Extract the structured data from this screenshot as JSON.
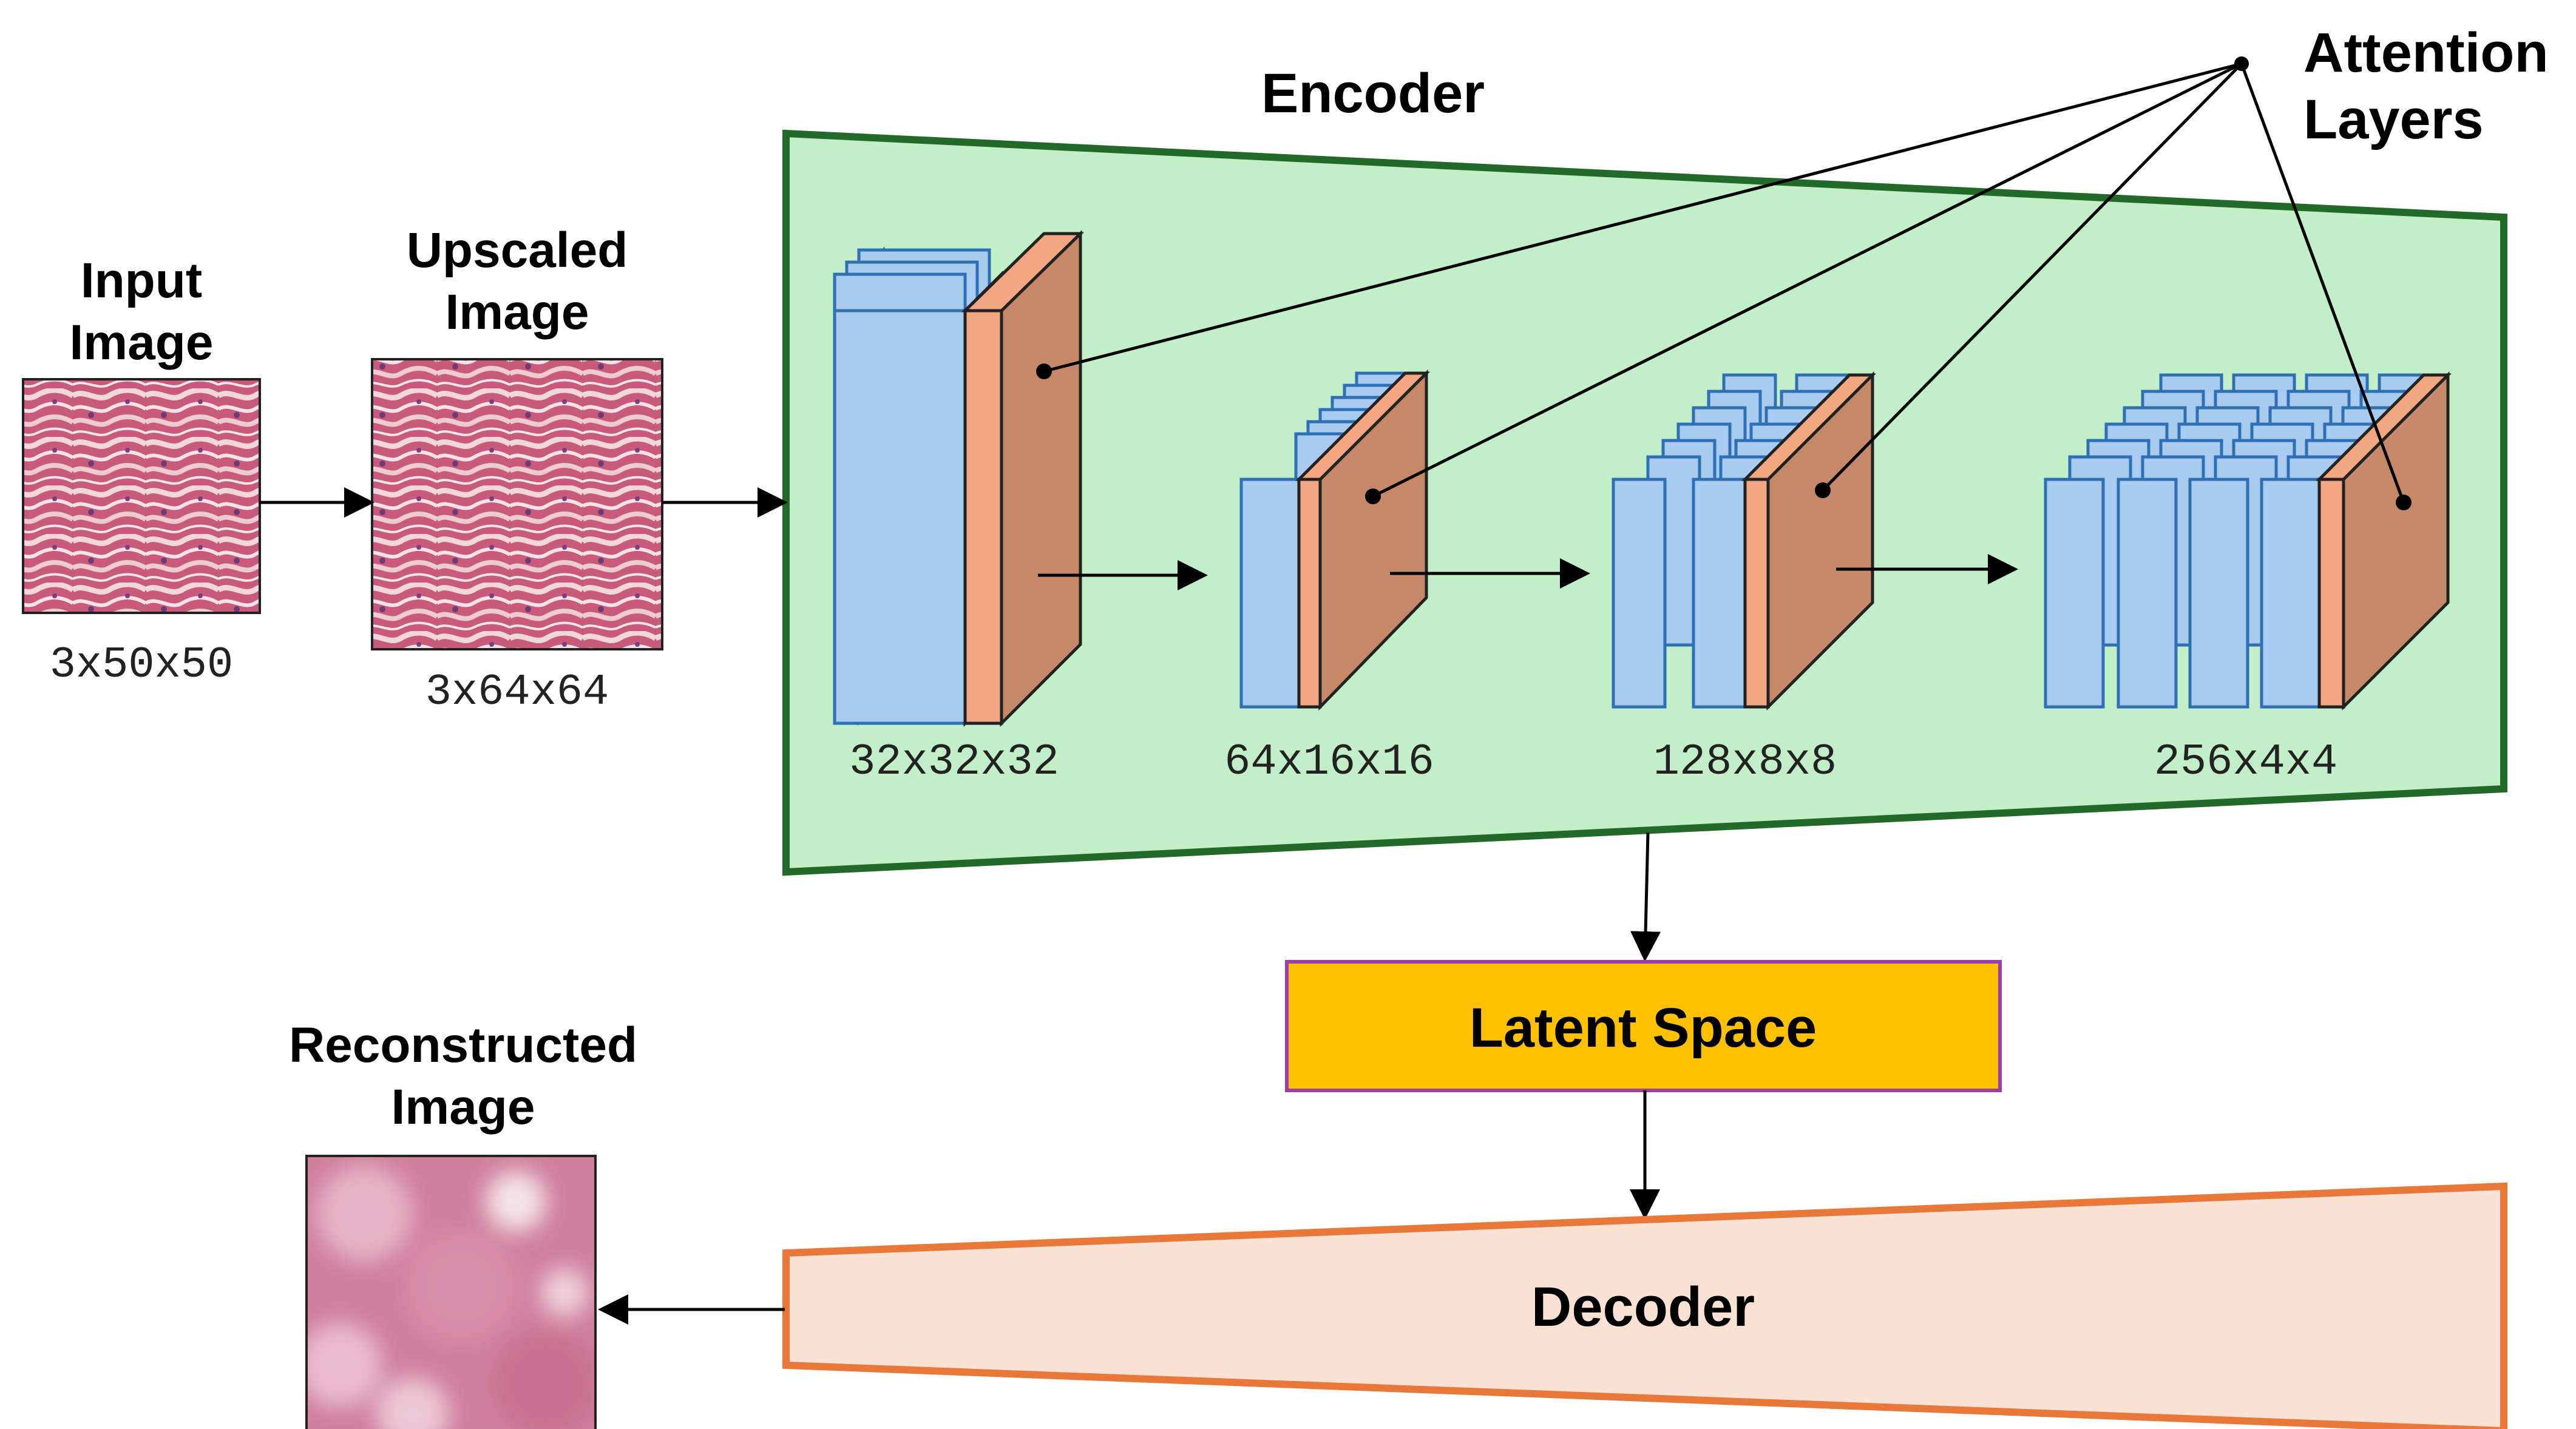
{
  "labels": {
    "input_line1": "Input",
    "input_line2": "Image",
    "upscaled_line1": "Upscaled",
    "upscaled_line2": "Image",
    "reconstructed_line1": "Reconstructed",
    "reconstructed_line2": "Image",
    "encoder": "Encoder",
    "attention_line1": "Attention",
    "attention_line2": "Layers",
    "latent": "Latent Space",
    "decoder": "Decoder"
  },
  "dims": {
    "input": "3x50x50",
    "upscaled": "3x64x64",
    "stage1": "32x32x32",
    "stage2": "64x16x16",
    "stage3": "128x8x8",
    "stage4": "256x4x4"
  },
  "colors": {
    "encoder_fill": "#c3efc8",
    "encoder_stroke": "#22692a",
    "decoder_fill": "#fbe1d3",
    "decoder_stroke": "#e8773a",
    "latent_fill": "#ffc000",
    "latent_stroke": "#9b3fa6",
    "block_fill": "#a8cbef",
    "block_stroke": "#2e6fb6",
    "attention_side": "#f2a782",
    "attention_face": "#c5896a",
    "tissue_base": "#c85a7c",
    "tissue_light": "#f1d6de"
  },
  "icons": {
    "input_image": "tissue-histology-image",
    "upscaled_image": "tissue-histology-image",
    "reconstructed_image": "blurred-tissue-image"
  }
}
